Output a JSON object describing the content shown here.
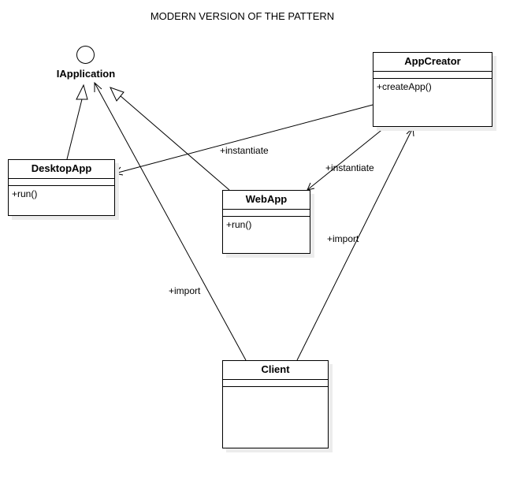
{
  "diagram": {
    "title": "MODERN VERSION OF THE PATTERN",
    "interface": {
      "name": "IApplication"
    },
    "classes": {
      "app_creator": {
        "name": "AppCreator",
        "operations": [
          "+createApp()"
        ]
      },
      "desktop_app": {
        "name": "DesktopApp",
        "operations": [
          "+run()"
        ]
      },
      "web_app": {
        "name": "WebApp",
        "operations": [
          "+run()"
        ]
      },
      "client": {
        "name": "Client",
        "operations": []
      }
    },
    "relations": {
      "instantiate_desktop": "+instantiate",
      "instantiate_web": "+instantiate",
      "import_creator": "+import",
      "import_interface": "+import"
    }
  }
}
